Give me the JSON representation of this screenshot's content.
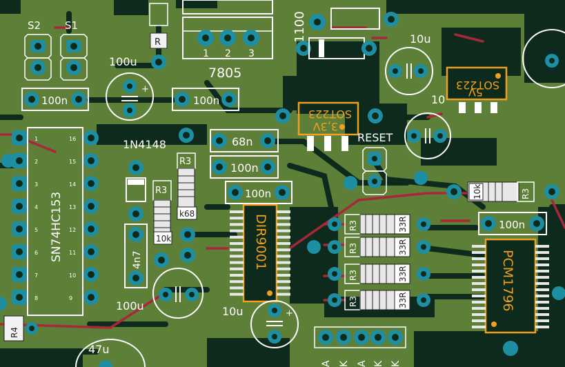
{
  "board": {
    "colors": {
      "board": "#5d7f38",
      "copper": "#0d2a1c",
      "pad": "#1e8fa3",
      "silk": "#ffffff",
      "highlight": "#f0a020",
      "trace_red": "#a8283a"
    }
  },
  "labels": {
    "s2": "S2",
    "s1": "S1",
    "c100u_top": "100u",
    "c100n_left": "100n",
    "r_a": "R",
    "reg_7805": "7805",
    "pin1": "1",
    "pin2": "2",
    "pin3": "3",
    "d_1100": "1100",
    "c100n_mid": "100n",
    "c10u_right": "10u",
    "sot223_5v_name": "SOT223",
    "sot223_5v_volt": "5V",
    "sot223_33_name": "SOT223",
    "sot223_33_volt": "3,3V",
    "c10_right": "10",
    "c68n": "68n",
    "c100n_b": "100n",
    "reset": "RESET",
    "d_1n4148": "1N4148",
    "r3_a": "R3",
    "r3_b": "R3",
    "r_10k": "10k",
    "r_k68": "k68",
    "c100n_c": "100n",
    "ic_sn74hc153": "SN74HC153",
    "ic_dir9001": "DIR9001",
    "ic_pcm1796": "PCM1796",
    "c4n7": "4n7",
    "c100u_bottom": "100u",
    "c10u_bottom": "10u",
    "c47u": "47u",
    "r4": "R4",
    "r3_r1": "R3",
    "r3_r2": "R3",
    "r3_r3": "R3",
    "r3_r4": "R3",
    "r33_1": "33R",
    "r33_2": "33R",
    "r33_3": "33R",
    "r33_4": "33R",
    "r_10k_right": "10k",
    "r3_right": "R3",
    "c100n_right": "100n",
    "pin_a": "A",
    "pin_k1": "K",
    "pin_a2": "A",
    "pin_k2": "K",
    "pin_k3": "K",
    "ic_pins_left": [
      "1",
      "2",
      "3",
      "4",
      "5",
      "6",
      "7",
      "8"
    ],
    "ic_pins_right": [
      "16",
      "15",
      "14",
      "13",
      "12",
      "11",
      "10",
      "9"
    ]
  }
}
